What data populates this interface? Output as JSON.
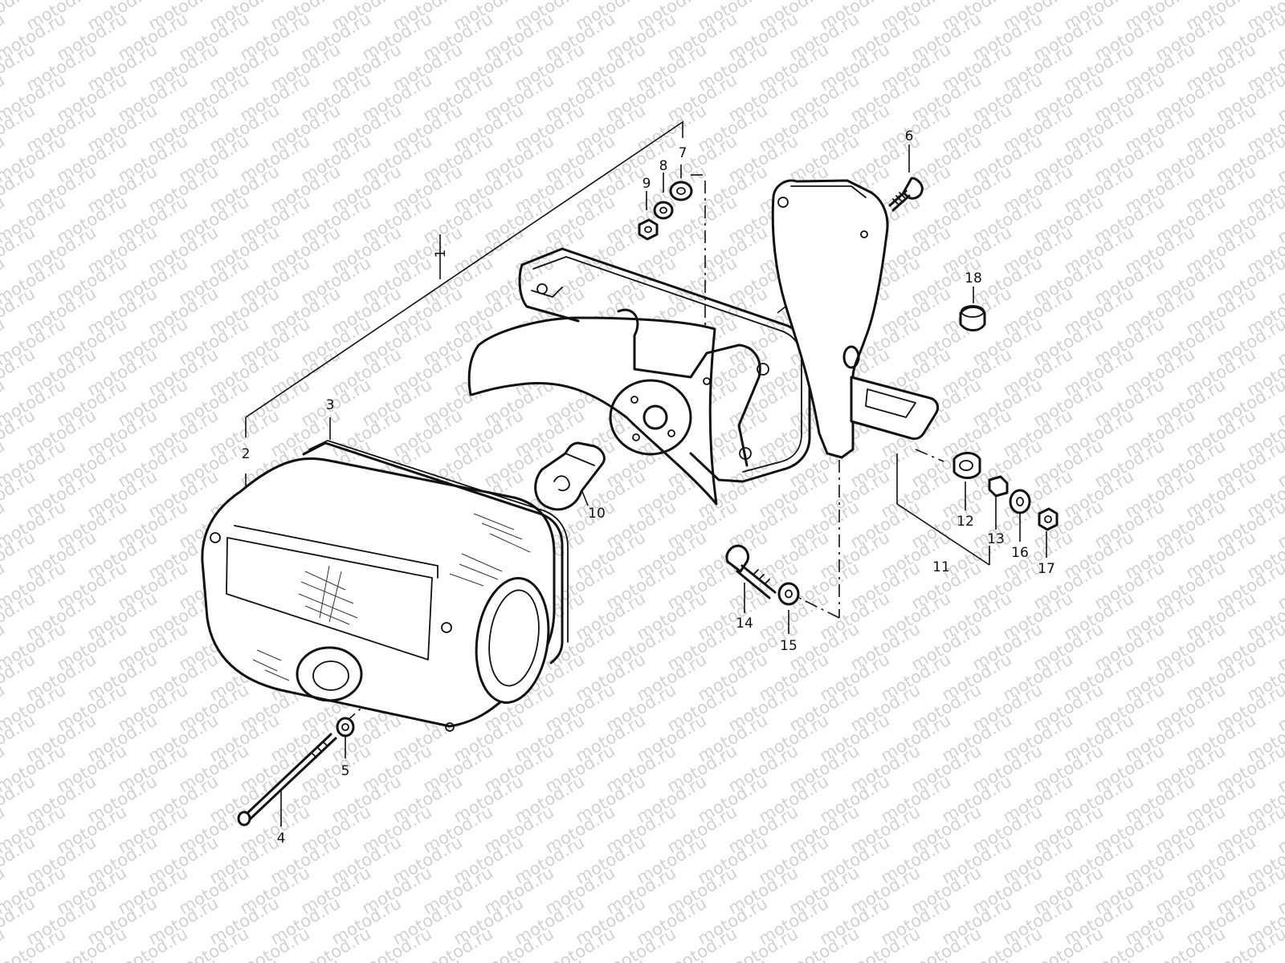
{
  "diagram": {
    "watermark": "motod.ru",
    "callouts": {
      "c1": "1",
      "c2": "2",
      "c3": "3",
      "c4": "4",
      "c5": "5",
      "c6": "6",
      "c7": "7",
      "c8": "8",
      "c9": "9",
      "c10": "10",
      "c11": "11",
      "c12": "12",
      "c13": "13",
      "c14": "14",
      "c15": "15",
      "c16": "16",
      "c17": "17",
      "c18": "18"
    }
  }
}
